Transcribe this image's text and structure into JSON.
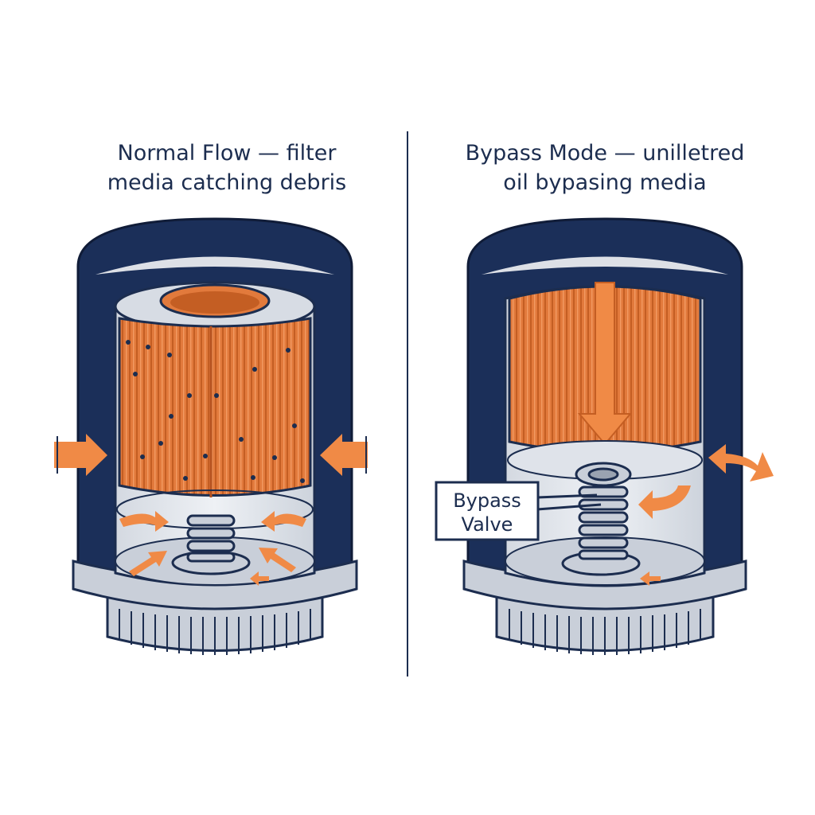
{
  "panels": {
    "normal": {
      "title_line1": "Normal Flow — filter",
      "title_line2": "media catching debris"
    },
    "bypass": {
      "title_line1": "Bypass Mode — unilletred",
      "title_line2": "oil bypasing media",
      "callout_line1": "Bypass",
      "callout_line2": "Valve"
    }
  },
  "colors": {
    "housing": "#1b2f59",
    "media": "#e27a3c",
    "arrow": "#f08a46",
    "metal": "#c9cfd9",
    "outline": "#1c2d4f"
  }
}
